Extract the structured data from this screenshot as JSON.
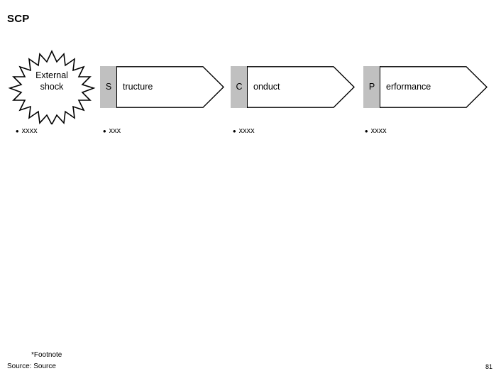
{
  "slide": {
    "title": "SCP",
    "page_number": "81"
  },
  "diagram": {
    "type": "process-chevron-flow",
    "shock": {
      "icon": "starburst-icon",
      "label_line1": "External",
      "label_line2": "shock"
    },
    "stages": [
      {
        "letter": "S",
        "word": "tructure"
      },
      {
        "letter": "C",
        "word": "onduct"
      },
      {
        "letter": "P",
        "word": "erformance"
      }
    ],
    "colors": {
      "letter_box_fill": "#c0c0c0",
      "chevron_fill": "#ffffff",
      "outline": "#000000"
    }
  },
  "bullets": [
    {
      "text": "xxxx"
    },
    {
      "text": "xxx"
    },
    {
      "text": "xxxx"
    },
    {
      "text": "xxxx"
    }
  ],
  "footer": {
    "footnote": "*Footnote",
    "source": "Source: Source"
  }
}
